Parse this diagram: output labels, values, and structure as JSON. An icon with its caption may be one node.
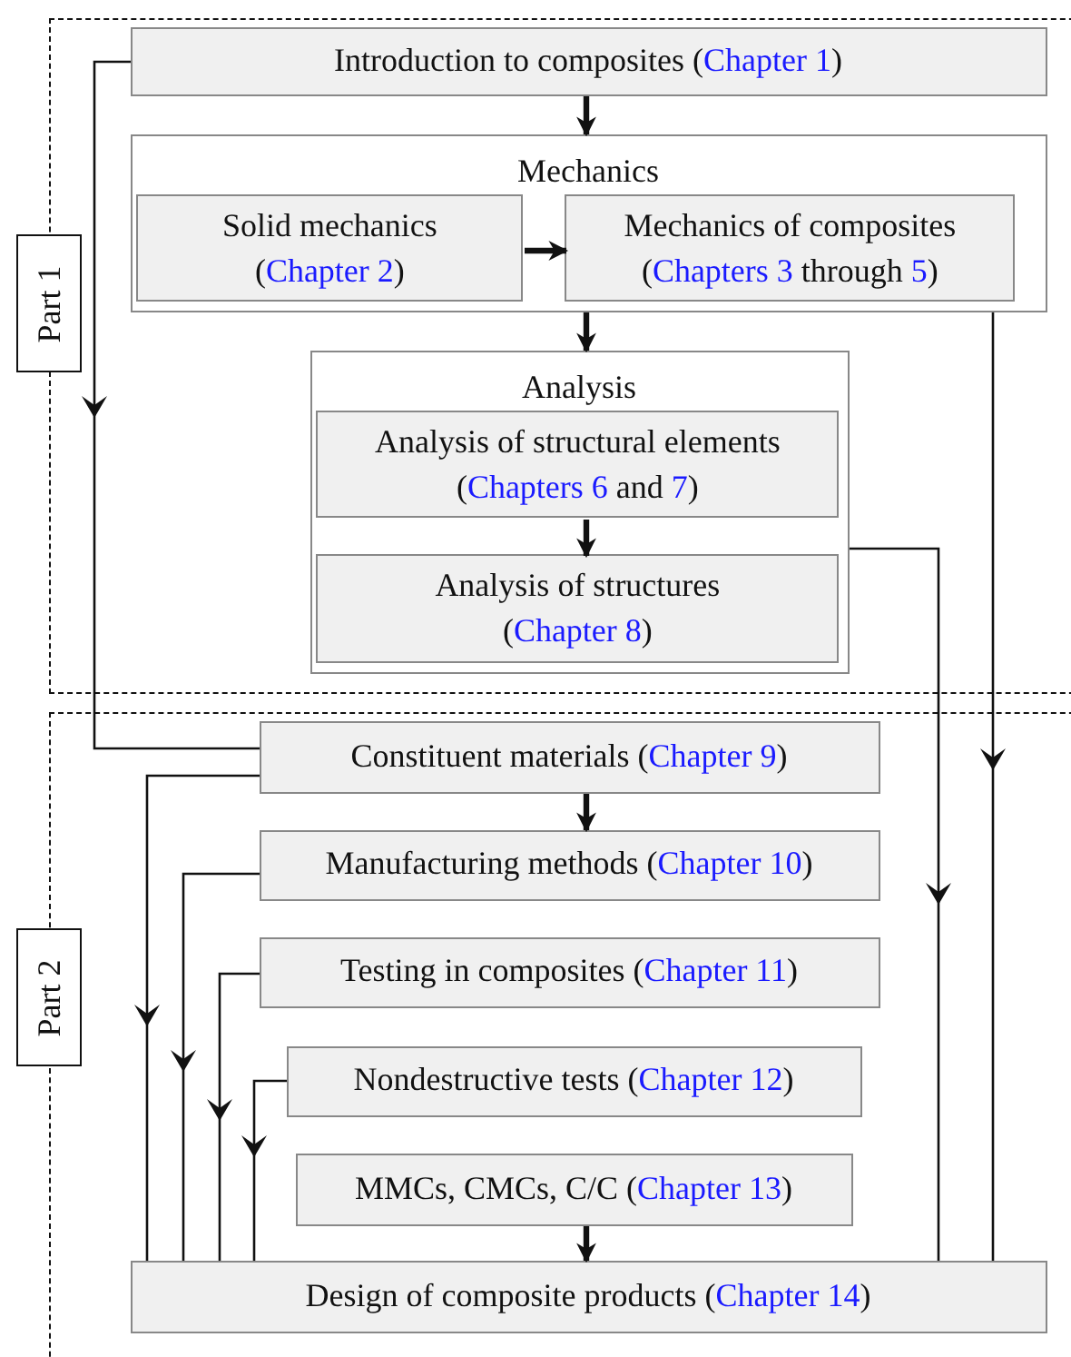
{
  "diagram": {
    "nodes": [
      {
        "text": [
          "Part 1"
        ]
      },
      {
        "text": [
          "Introduction to composites (Chapter 1)"
        ],
        "in": 0
      },
      {
        "text": [
          "Mechanics"
        ],
        "in": 0
      },
      {
        "text": [
          "Solid mechanics (Chapter 2)"
        ],
        "in": 2
      },
      {
        "text": [
          "Mechanics of composites (Chapters 3 through 5)"
        ],
        "in": 2
      },
      {
        "text": [
          "Analysis"
        ],
        "in": 0
      },
      {
        "text": [
          "Analysis of structural elements (Chapters 6 and 7)"
        ],
        "in": 5
      },
      {
        "text": [
          "Analysis of structures (Chapter 8)"
        ],
        "in": 5
      },
      {
        "text": [
          "Part 2"
        ]
      },
      {
        "text": [
          "Constituent materials (Chapter 9)"
        ],
        "in": 8
      },
      {
        "text": [
          "Manufacturing methods (Chapter 10)"
        ],
        "in": 8
      },
      {
        "text": [
          "Testing in composites (Chapter 11)"
        ],
        "in": 8
      },
      {
        "text": [
          "Nondestructive tests (Chapter 12)"
        ],
        "in": 8
      },
      {
        "text": [
          "MMCs, CMCs, C/C (Chapter 13)"
        ],
        "in": 8
      },
      {
        "text": [
          "Design of composite products (Chapter 14)"
        ],
        "in": 8
      }
    ],
    "edges": [
      {
        "from": 1,
        "to": 2,
        "arrow": "to",
        "style": "thick"
      },
      {
        "from": 3,
        "to": 4,
        "arrow": "to",
        "style": "thick"
      },
      {
        "from": 2,
        "to": 5,
        "arrow": "to",
        "style": "thick"
      },
      {
        "from": 6,
        "to": 7,
        "arrow": "to",
        "style": "thick"
      },
      {
        "from": 1,
        "to": 9,
        "arrow": "to"
      },
      {
        "from": 2,
        "to": 14,
        "arrow": "to"
      },
      {
        "from": 5,
        "to": 14,
        "arrow": "to"
      },
      {
        "from": 9,
        "to": 10,
        "arrow": "to",
        "style": "thick"
      },
      {
        "from": 9,
        "to": 14,
        "arrow": "to"
      },
      {
        "from": 10,
        "to": 14,
        "arrow": "to"
      },
      {
        "from": 11,
        "to": 14,
        "arrow": "to"
      },
      {
        "from": 12,
        "to": 14,
        "arrow": "to"
      },
      {
        "from": 13,
        "to": 14,
        "arrow": "to",
        "style": "thick"
      }
    ]
  }
}
